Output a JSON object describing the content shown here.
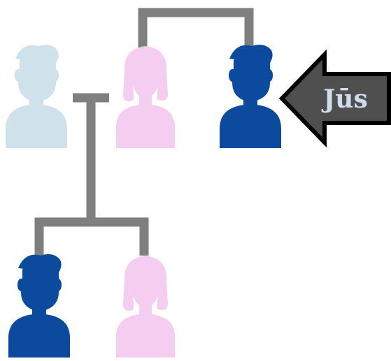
{
  "diagram": {
    "you_label": "Jūs"
  },
  "colors": {
    "connector": "#7f7f7f",
    "male_dark": "#0b4a9c",
    "male_light": "#cfe2ec",
    "female_pink": "#f4cdf0",
    "arrow_fill": "#4f4f4f",
    "arrow_stroke": "#000000",
    "label_text": "#cfdcee"
  },
  "people": [
    {
      "role": "unrelated-male",
      "gender": "male",
      "shade": "light"
    },
    {
      "role": "partner-female",
      "gender": "female",
      "shade": "pink"
    },
    {
      "role": "you-male",
      "gender": "male",
      "shade": "dark"
    },
    {
      "role": "child-male",
      "gender": "male",
      "shade": "dark"
    },
    {
      "role": "child-female",
      "gender": "female",
      "shade": "pink"
    }
  ]
}
